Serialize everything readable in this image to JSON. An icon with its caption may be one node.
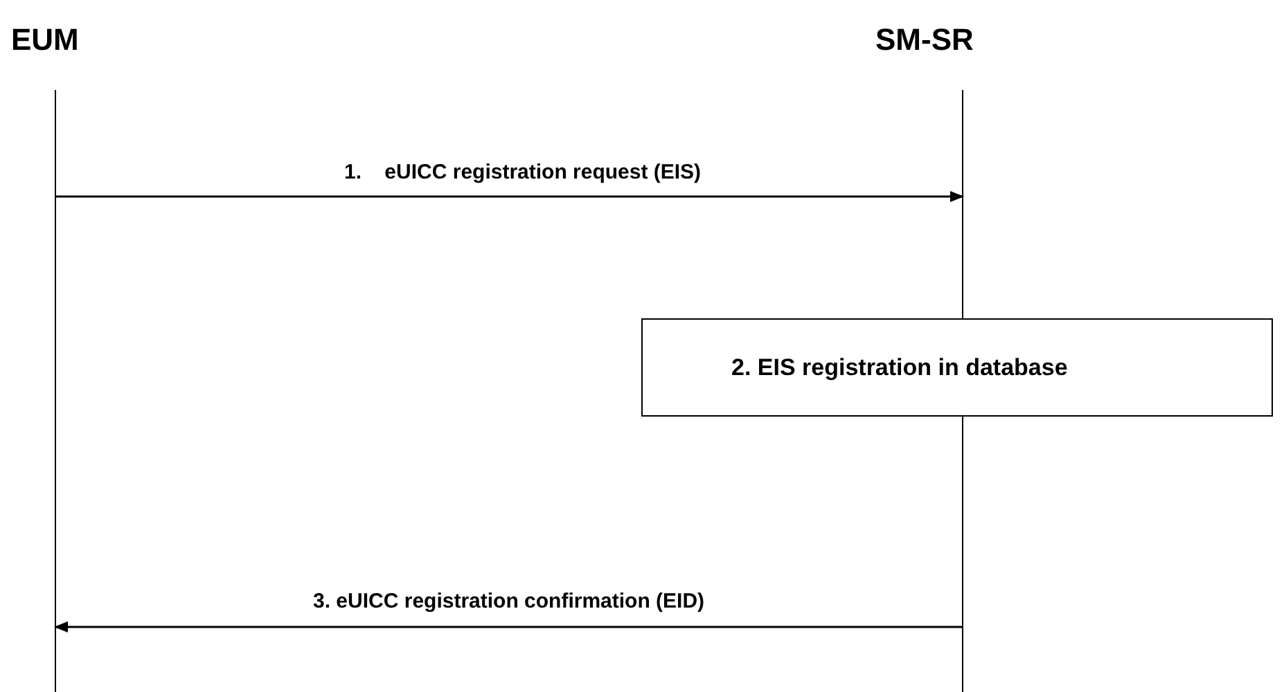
{
  "diagram": {
    "nodes": [
      {
        "text": [
          "EUM"
        ]
      },
      {
        "text": [
          "SM-SR"
        ]
      },
      {
        "text": [
          "2. EIS registration in database"
        ]
      }
    ],
    "edges": [
      {
        "from": 0,
        "to": 1,
        "arrow": "to",
        "label": "1.    eUICC registration request (EIS)"
      },
      {
        "from": 1,
        "to": 0,
        "arrow": "to",
        "label": "3. eUICC registration confirmation (EID)"
      }
    ]
  }
}
